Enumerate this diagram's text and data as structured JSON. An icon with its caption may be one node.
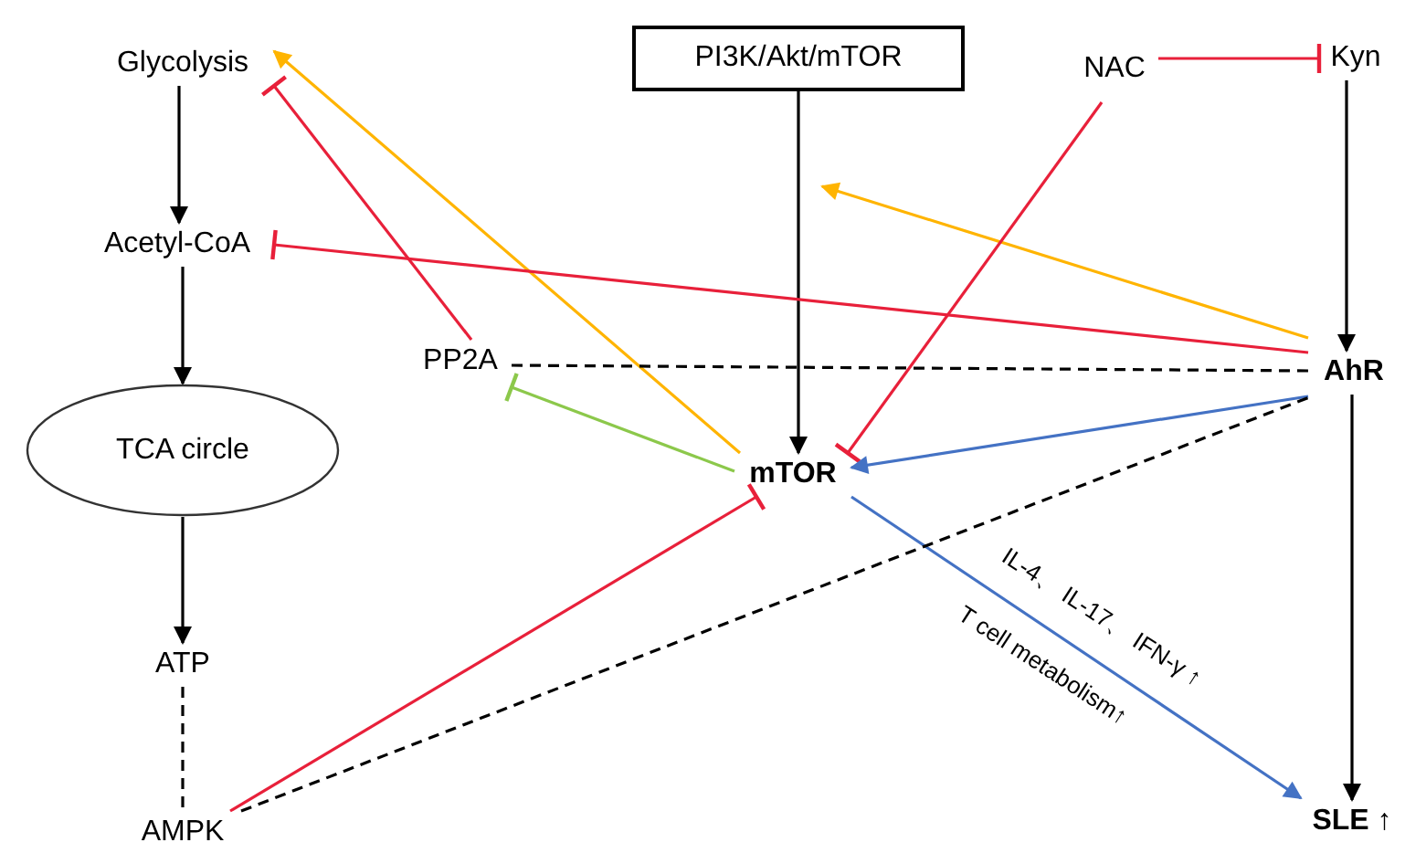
{
  "diagram": {
    "nodes": [
      {
        "text": [
          "Glycolysis"
        ]
      },
      {
        "text": [
          "PI3K/Akt/mTOR"
        ]
      },
      {
        "text": [
          "NAC"
        ]
      },
      {
        "text": [
          "Kyn"
        ]
      },
      {
        "text": [
          "Acetyl-CoA"
        ]
      },
      {
        "text": [
          "PP2A"
        ]
      },
      {
        "text": [
          "AhR"
        ]
      },
      {
        "text": [
          "TCA circle"
        ]
      },
      {
        "text": [
          "mTOR"
        ]
      },
      {
        "text": [
          "ATP"
        ]
      },
      {
        "text": [
          "AMPK"
        ]
      },
      {
        "text": [
          "SLE ↑"
        ]
      }
    ],
    "edges": [
      {
        "from": 0,
        "to": 4,
        "arrow": "to"
      },
      {
        "from": 4,
        "to": 7,
        "arrow": "to"
      },
      {
        "from": 7,
        "to": 9,
        "arrow": "to"
      },
      {
        "from": 9,
        "to": 10,
        "arrow": "none",
        "style": "dashed"
      },
      {
        "from": 1,
        "to": 8,
        "arrow": "to"
      },
      {
        "from": 2,
        "to": 3,
        "arrow": "other",
        "color": "#e8203a"
      },
      {
        "from": 3,
        "to": 6,
        "arrow": "to"
      },
      {
        "from": 6,
        "to": 11,
        "arrow": "to"
      },
      {
        "from": 8,
        "to": 0,
        "arrow": "to",
        "color": "#ffb400"
      },
      {
        "from": 6,
        "to": null,
        "arrow": "to",
        "color": "#ffb400"
      },
      {
        "from": 5,
        "to": 0,
        "arrow": "other",
        "color": "#e8203a"
      },
      {
        "from": 6,
        "to": 4,
        "arrow": "other",
        "color": "#e8203a"
      },
      {
        "from": 5,
        "to": 6,
        "arrow": "none",
        "style": "dashed"
      },
      {
        "from": 8,
        "to": 5,
        "arrow": "other",
        "color": "#8cc84b"
      },
      {
        "from": 2,
        "to": 8,
        "arrow": "other",
        "color": "#e8203a"
      },
      {
        "from": 6,
        "to": 8,
        "arrow": "to",
        "color": "#4472c4"
      },
      {
        "from": 8,
        "to": 11,
        "arrow": "to",
        "color": "#4472c4",
        "label": "IL-4、 IL-17、 IFN-γ ↑"
      },
      {
        "from": 10,
        "to": 8,
        "arrow": "other",
        "color": "#e8203a"
      },
      {
        "from": 10,
        "to": 6,
        "arrow": "none",
        "style": "dashed"
      }
    ],
    "labels": [
      "T cell metabolism↑"
    ]
  }
}
